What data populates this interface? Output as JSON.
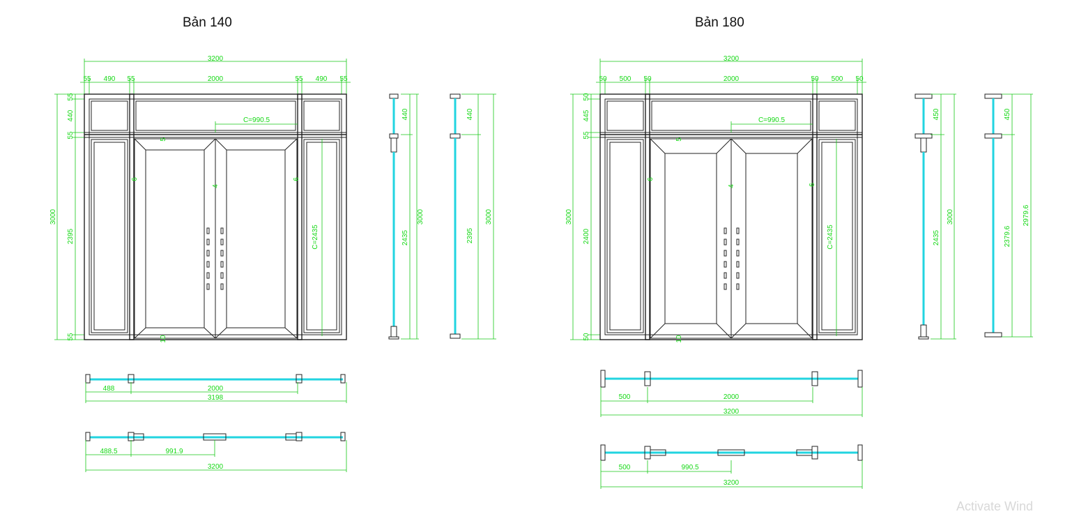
{
  "titles": {
    "left": "Bản 140",
    "right": "Bản 180"
  },
  "left": {
    "elev": {
      "total_w": "3200",
      "seg": [
        "55",
        "490",
        "55",
        "2000",
        "55",
        "490",
        "55"
      ],
      "h_left": [
        "55",
        "440",
        "55",
        "2395",
        "55"
      ],
      "h_total": "3000",
      "c_top": "C=990.5",
      "c_side": "C=2435",
      "inner": {
        "five": "5",
        "six_l": "6",
        "six_r": "6",
        "four": "4",
        "ten": "10"
      }
    },
    "side1": {
      "top": "440",
      "mid": "2435",
      "total": "3000"
    },
    "side2": {
      "top": "440",
      "mid": "2395",
      "total": "3000"
    },
    "plan1": {
      "a": "488",
      "b": "2000",
      "total": "3198"
    },
    "plan2": {
      "a": "488.5",
      "b": "991.9",
      "total": "3200"
    }
  },
  "right": {
    "elev": {
      "total_w": "3200",
      "seg": [
        "50",
        "500",
        "50",
        "2000",
        "50",
        "500",
        "50"
      ],
      "h_left": [
        "50",
        "445",
        "55",
        "2400",
        "50"
      ],
      "h_total": "3000",
      "c_top": "C=990.5",
      "c_side": "C=2435",
      "inner": {
        "five": "5",
        "six_l": "6",
        "six_r": "6",
        "four": "4",
        "ten": "10"
      }
    },
    "side1": {
      "top": "450",
      "mid": "2435",
      "total": "3000"
    },
    "side2": {
      "top": "450",
      "mid": "2379.6",
      "total": "2979.6"
    },
    "plan1": {
      "a": "500",
      "b": "2000",
      "total": "3200"
    },
    "plan2": {
      "a": "500",
      "b": "990.5",
      "total": "3200"
    }
  },
  "watermark": "Activate Wind",
  "colors": {
    "dimension": "#14d814",
    "glass": "#22d4e0",
    "frame": "#222222"
  }
}
